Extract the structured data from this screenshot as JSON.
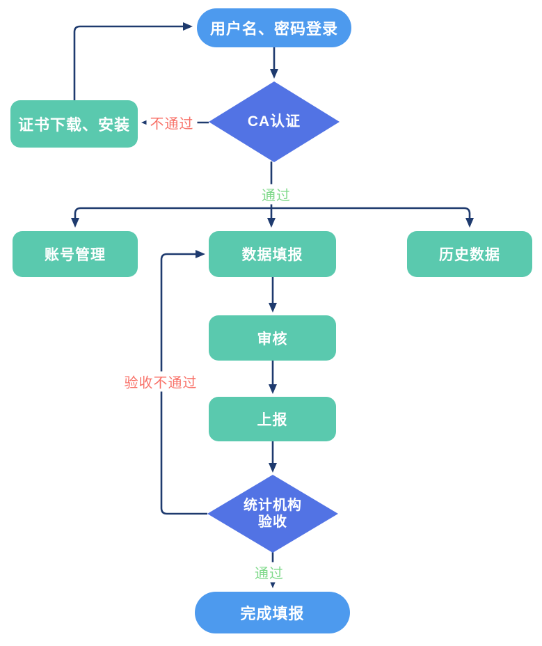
{
  "diagram": {
    "nodes": {
      "login": "用户名、密码登录",
      "cert": "证书下载、安装",
      "ca": "CA认证",
      "account": "账号管理",
      "fill": "数据填报",
      "history": "历史数据",
      "review": "审核",
      "report": "上报",
      "accept_line1": "统计机构",
      "accept_line2": "验收",
      "done": "完成填报"
    },
    "edge_labels": {
      "ca_fail": "不通过",
      "ca_pass": "通过",
      "accept_fail": "验收不通过",
      "accept_pass": "通过"
    },
    "colors": {
      "pill_blue": "#4d9aee",
      "box_teal": "#5ac9ae",
      "diamond_blue": "#5273e4",
      "connector_navy": "#1e3a6e",
      "fail_red": "#f87168",
      "pass_green": "#7fd98a",
      "node_text": "#ffffff",
      "background": "#ffffff"
    }
  }
}
